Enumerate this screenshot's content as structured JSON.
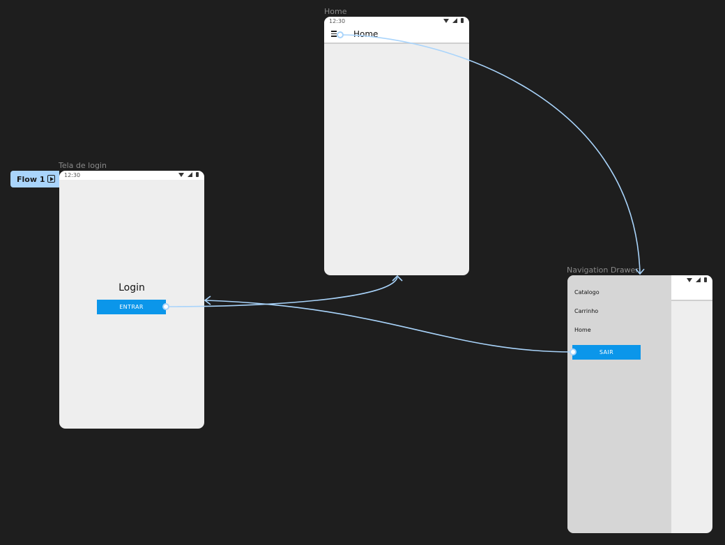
{
  "flow": {
    "label": "Flow 1"
  },
  "frames": {
    "login": {
      "label": "Tela de login",
      "time": "12:30",
      "title": "Login",
      "button_label": "ENTRAR"
    },
    "home": {
      "label": "Home",
      "time": "12:30",
      "appbar_title": "Home"
    },
    "drawer": {
      "label": "Navigation Drawer",
      "items": [
        "Catalogo",
        "Carrinho",
        "Home"
      ],
      "button_label": "SAIR"
    }
  },
  "colors": {
    "canvas_bg": "#1e1e1e",
    "frame_bg": "#eeeeee",
    "primary_button": "#0b96ea",
    "connector": "#a9d4fb",
    "flow_badge": "#a9d4fb"
  }
}
